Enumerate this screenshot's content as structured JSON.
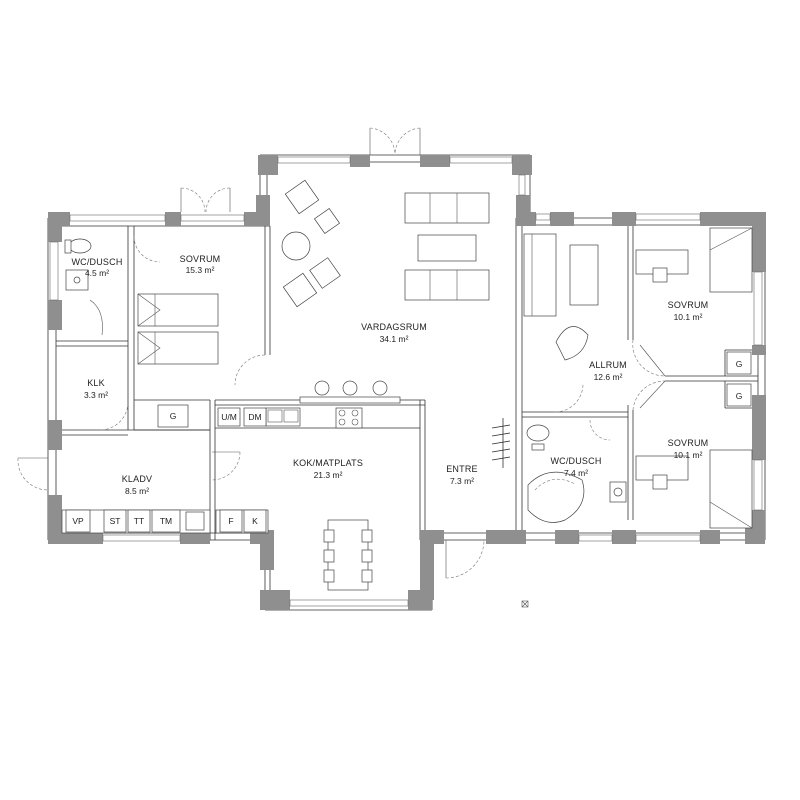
{
  "rooms": [
    {
      "name": "WC/DUSCH",
      "area": "4.5 m²"
    },
    {
      "name": "SOVRUM",
      "area": "15.3 m²"
    },
    {
      "name": "VARDAGSRUM",
      "area": "34.1 m²"
    },
    {
      "name": "KLK",
      "area": "3.3 m²"
    },
    {
      "name": "ALLRUM",
      "area": "12.6 m²"
    },
    {
      "name": "SOVRUM",
      "area": "10.1 m²"
    },
    {
      "name": "SOVRUM",
      "area": "10.1 m²"
    },
    {
      "name": "KLADV",
      "area": "8.5 m²"
    },
    {
      "name": "KOK/MATPLATS",
      "area": "21.3 m²"
    },
    {
      "name": "ENTRE",
      "area": "7.3 m²"
    },
    {
      "name": "WC/DUSCH",
      "area": "7.4 m²"
    }
  ],
  "fixtures": {
    "g1": "G",
    "g2": "G",
    "g3": "G",
    "um": "U/M",
    "dm": "DM",
    "vp": "VP",
    "st": "ST",
    "tt": "TT",
    "tm": "TM",
    "f": "F",
    "k": "K"
  },
  "colors": {
    "wall": "#8f8f8f",
    "line": "#333333",
    "background": "#ffffff"
  }
}
